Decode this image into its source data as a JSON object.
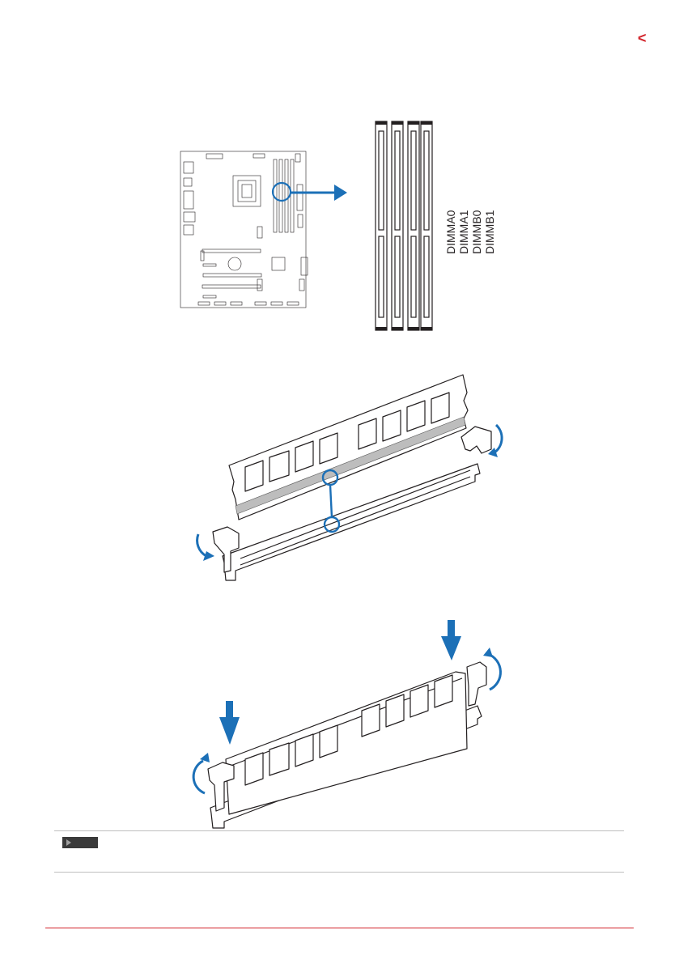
{
  "page": {
    "back_symbol": "<",
    "accent_color": "#d2232a",
    "diagram_blue": "#1c70b7",
    "icons": [
      "back-arrow-icon",
      "note-play-icon"
    ]
  },
  "dimm_slots": {
    "labels": [
      "DIMMA0",
      "DIMMA1",
      "DIMMB0",
      "DIMMB1"
    ]
  }
}
